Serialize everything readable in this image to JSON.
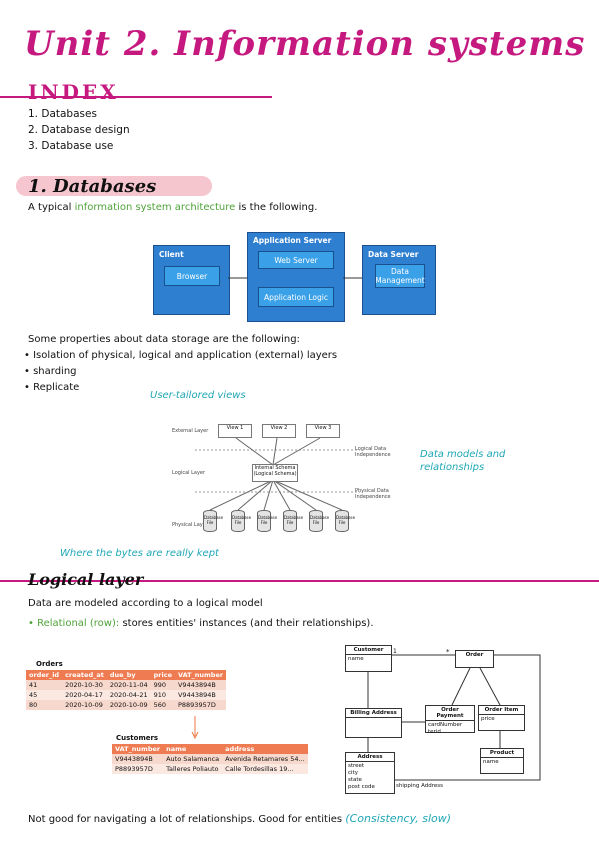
{
  "title": "Unit 2. Information systems",
  "index": {
    "heading": "INDEX",
    "items": [
      "1. Databases",
      "2. Database design",
      "3. Database use"
    ]
  },
  "section1": {
    "heading": "1. Databases",
    "intro_a": "A typical",
    "intro_b": "information system architecture",
    "intro_c": "is the following.",
    "arch": {
      "client": "Client",
      "browser": "Browser",
      "app_server": "Application Server",
      "web_server": "Web Server",
      "app_logic": "Application Logic",
      "data_server": "Data Server",
      "data_mgmt": "Data Management"
    },
    "props_intro": "Some properties about data storage are the following:",
    "props": [
      "• Isolation of physical, logical and application (external) layers",
      "• sharding",
      "• Replicate"
    ],
    "diagram": {
      "external": "External Layer",
      "logical": "Logical Layer",
      "physical": "Physical Layer",
      "views": [
        "View 1",
        "View 2",
        "View 3"
      ],
      "schema": "Internal Schema (Logical Schema)",
      "ldi": "Logical Data Independence",
      "pdi": "Physical Data Independence",
      "dbs": [
        "Database File",
        "Database File",
        "Database File",
        "Database File",
        "Database File",
        "Database File"
      ]
    },
    "note_views": "User-tailored views",
    "note_models": "Data models and relationships",
    "note_bytes": "Where the bytes are really kept"
  },
  "section2": {
    "heading": "Logical layer",
    "line1": "Data are modeled according to a logical model",
    "rel_label": "• Relational (row):",
    "rel_text": "stores entities' instances (and their relationships).",
    "orders": {
      "title": "Orders",
      "headers": [
        "order_id",
        "created_at",
        "due_by",
        "price",
        "VAT_number"
      ],
      "rows": [
        [
          "41",
          "2020-10-30",
          "2020-11-04",
          "990",
          "V9443894B"
        ],
        [
          "45",
          "2020-04-17",
          "2020-04-21",
          "910",
          "V9443894B"
        ],
        [
          "80",
          "2020-10-09",
          "2020-10-09",
          "560",
          "P8893957D"
        ]
      ]
    },
    "customers": {
      "title": "Customers",
      "headers": [
        "VAT_number",
        "name",
        "address"
      ],
      "rows": [
        [
          "V9443894B",
          "Auto Salamanca",
          "Avenida Retamares 54..."
        ],
        [
          "P8893957D",
          "Talleres Poliauto",
          "Calle Tordesillas 19..."
        ]
      ]
    },
    "uml": {
      "customer": "Customer",
      "customer_f": "name",
      "order": "Order",
      "billing": "Billing Address",
      "payment": "Order Payment",
      "payment_f": "cardNumber\nterid",
      "item": "Order Item",
      "item_f": "price",
      "address": "Address",
      "address_f": "street\ncity\nstate\npost code",
      "product": "Product",
      "product_f": "name",
      "shipping": "shipping Address",
      "m1": "1",
      "m2": "*"
    },
    "footer_a": "Not good for navigating a lot of relationships. Good for entities",
    "footer_b": "(Consistency, slow)"
  }
}
